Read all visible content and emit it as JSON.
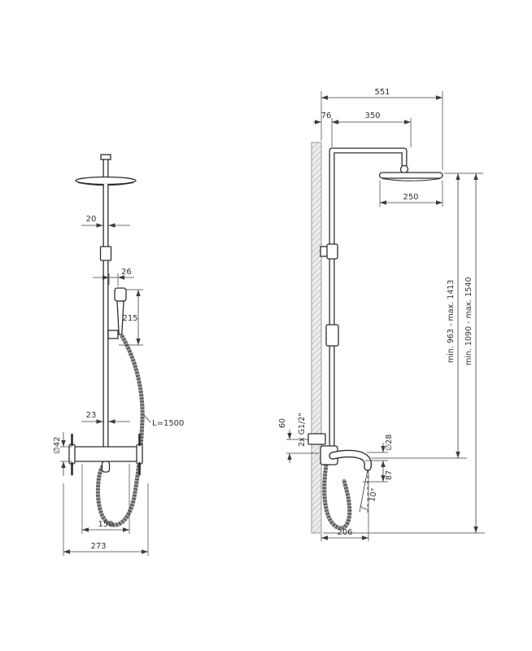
{
  "drawing": {
    "kind": "technical-dimension-drawing",
    "subject": "shower-column-with-bath-mixer-two-views",
    "views": {
      "front": {
        "dims": {
          "pipe_diameter_top": "20",
          "handset_offset": "26",
          "handset_length": "215",
          "pipe_diameter_lower": "23",
          "hose_length": "L=1500",
          "mixer_body_diameter": "∅42",
          "connection_centres": "150",
          "overall_width": "273"
        }
      },
      "side": {
        "dims": {
          "overall_reach": "551",
          "wall_to_riser": "76",
          "riser_to_head_centre": "350",
          "head_diameter": "250",
          "head_to_spout_range": "min. 963 - max. 1413",
          "overall_height_range": "min. 1090 - max. 1540",
          "inlet_offset": "60",
          "inlet_connection": "2x G1/2\"",
          "spout_diameter": "∅28",
          "spout_drop": "87",
          "spout_angle": "10°",
          "spout_reach": "206"
        }
      }
    }
  }
}
